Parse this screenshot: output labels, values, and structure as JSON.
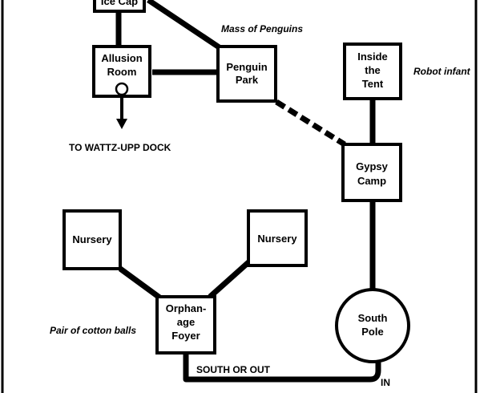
{
  "rooms": {
    "top_partial": [
      "Ice Cap"
    ],
    "allusion_room": [
      "Allusion",
      "Room"
    ],
    "penguin_park": [
      "Penguin",
      "Park"
    ],
    "inside_tent": [
      "Inside",
      "the",
      "Tent"
    ],
    "gypsy_camp": [
      "Gypsy",
      "Camp"
    ],
    "nursery_left": [
      "Nursery"
    ],
    "nursery_right": [
      "Nursery"
    ],
    "orphanage_foyer": [
      "Orphan-",
      "age",
      "Foyer"
    ],
    "south_pole": [
      "South",
      "Pole"
    ]
  },
  "annotations": {
    "penguins": "Mass of Penguins",
    "robot": "Robot infant",
    "cotton": "Pair of cotton balls"
  },
  "labels": {
    "dock": "TO WATTZ-UPP DOCK",
    "south_out": "SOUTH OR OUT",
    "in": "IN"
  }
}
